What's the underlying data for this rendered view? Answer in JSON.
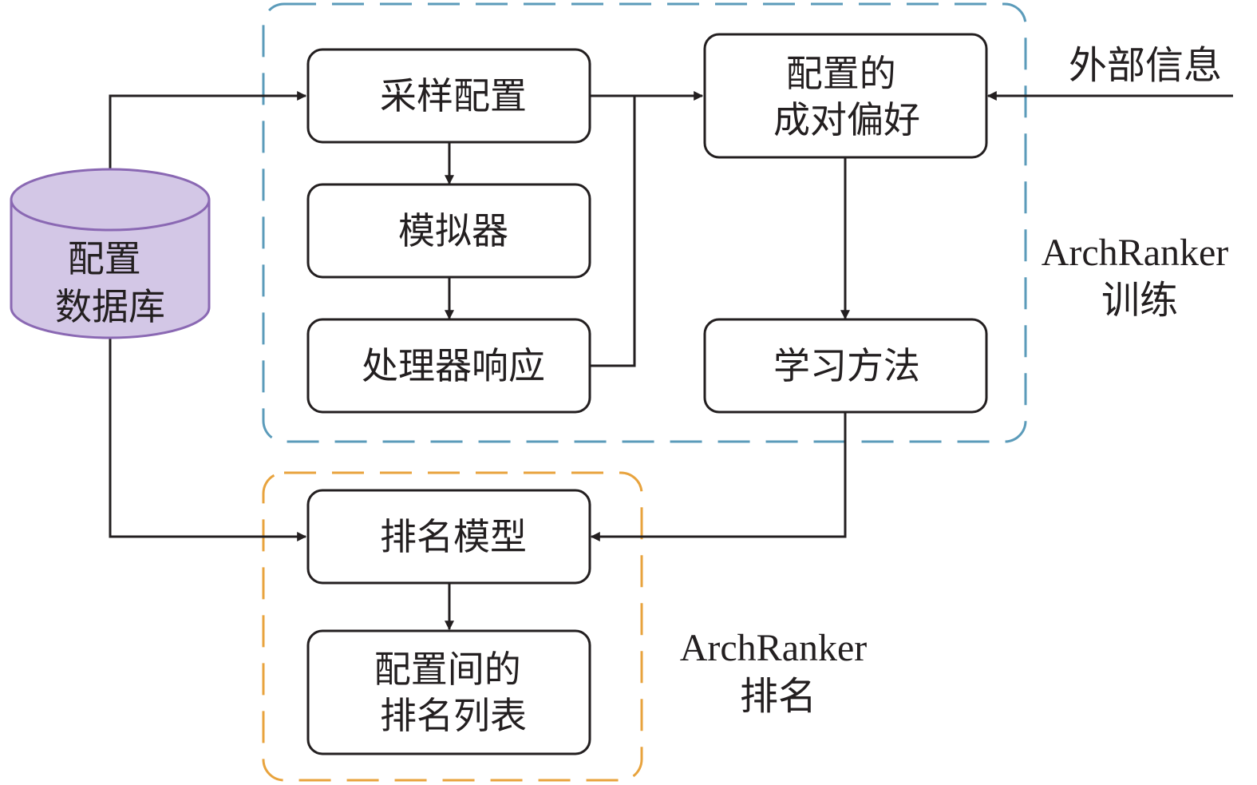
{
  "database": {
    "lines": [
      "配置",
      "数据库"
    ]
  },
  "nodes": {
    "sample_config": {
      "lines": [
        "采样配置"
      ]
    },
    "simulator": {
      "lines": [
        "模拟器"
      ]
    },
    "processor_response": {
      "lines": [
        "处理器响应"
      ]
    },
    "pairwise_preference": {
      "lines": [
        "配置的",
        "成对偏好"
      ]
    },
    "learning_method": {
      "lines": [
        "学习方法"
      ]
    },
    "ranking_model": {
      "lines": [
        "排名模型"
      ]
    },
    "ranked_list": {
      "lines": [
        "配置间的",
        "排名列表"
      ]
    }
  },
  "external_info": {
    "lines": [
      "外部信息"
    ]
  },
  "groups": {
    "training": {
      "lines": [
        "ArchRanker",
        "训练"
      ],
      "color": "#5b9bba"
    },
    "ranking": {
      "lines": [
        "ArchRanker",
        "排名"
      ],
      "color": "#e8a33d"
    }
  },
  "colors": {
    "database_fill": "#d3c7e6",
    "database_stroke": "#8a68b3",
    "stroke": "#231f20"
  }
}
